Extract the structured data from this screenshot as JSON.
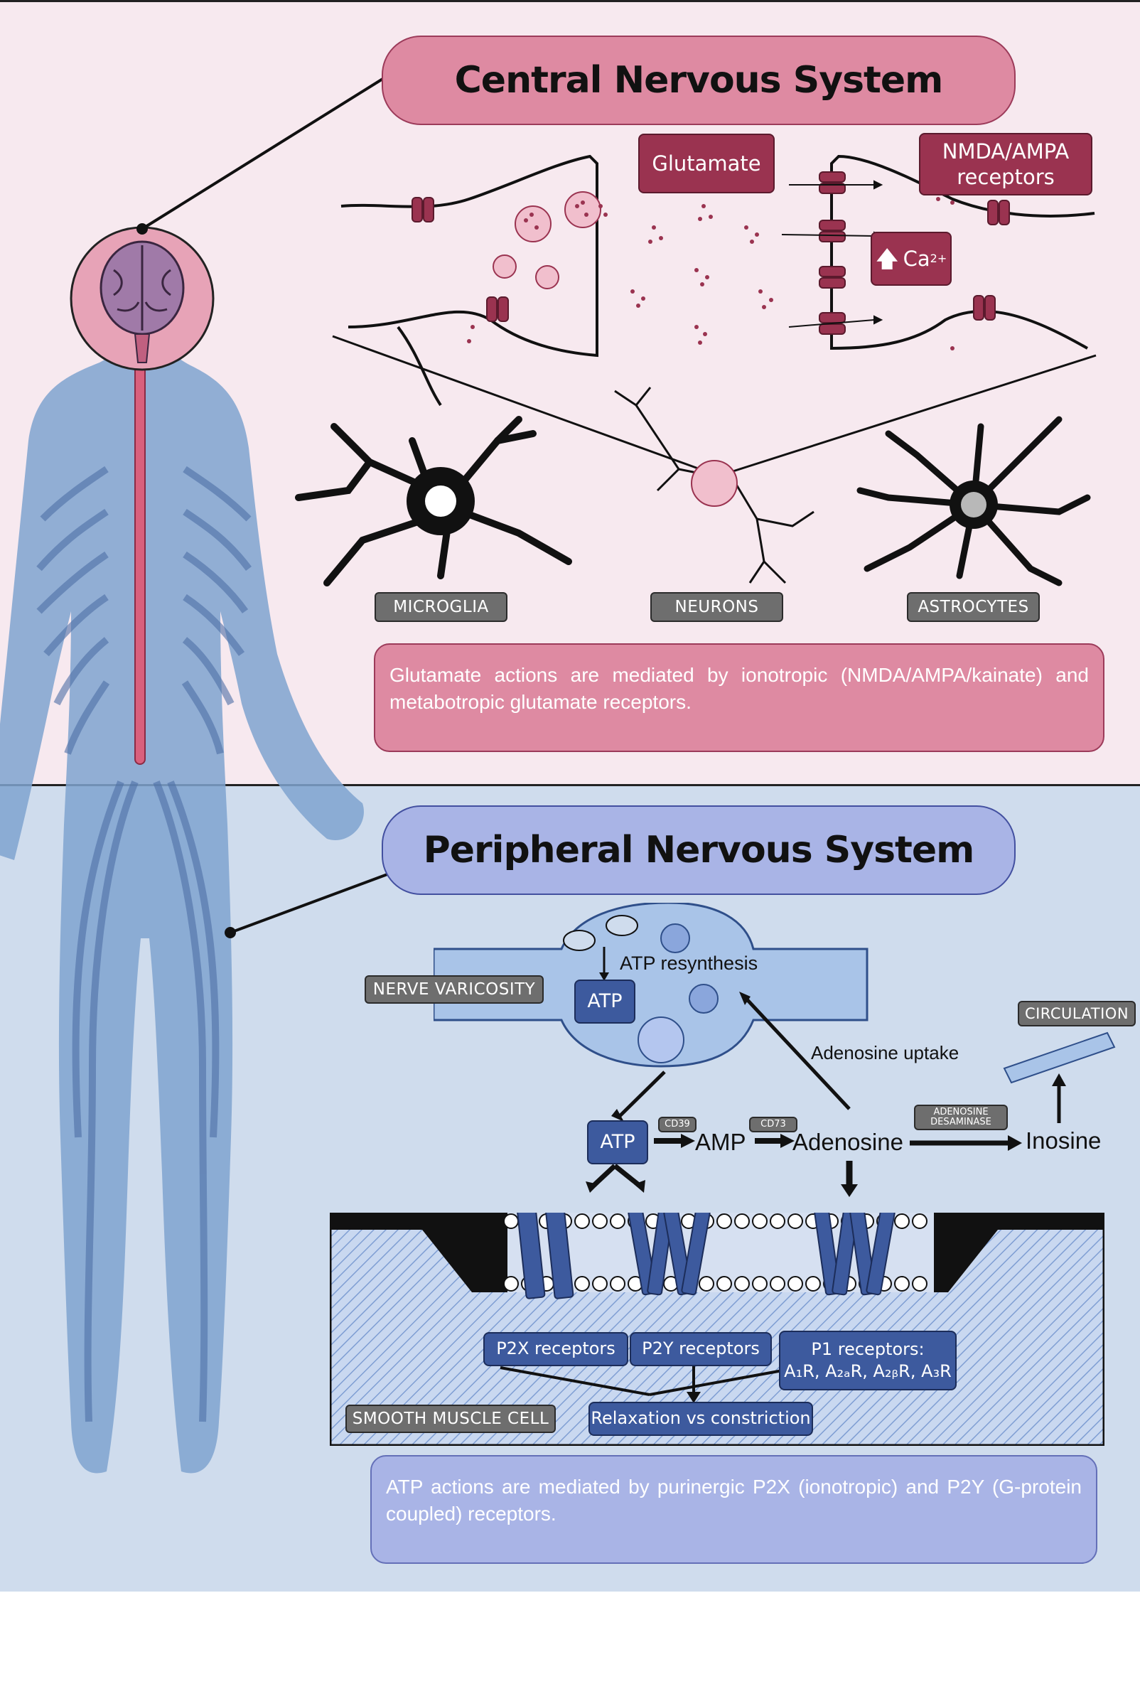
{
  "cns": {
    "title": "Central Nervous System",
    "labels": {
      "glutamate": "Glutamate",
      "receptors": "NMDA/AMPA receptors",
      "calcium": "Ca",
      "calcium_sup": "2+"
    },
    "cells": [
      "MICROGLIA",
      "NEURONS",
      "ASTROCYTES"
    ],
    "caption": "Glutamate actions are mediated by ionotropic (NMDA/AMPA/kainate) and metabotropic glutamate receptors."
  },
  "pns": {
    "title": "Peripheral Nervous System",
    "nerve_varicosity": "NERVE VARICOSITY",
    "atp_resynthesis": "ATP resynthesis",
    "atp_inside": "ATP",
    "atp_released": "ATP",
    "adenosine_uptake": "Adenosine uptake",
    "circulation": "CIRCULATION",
    "enzymes": {
      "cd39": "CD39",
      "cd73": "CD73",
      "adenosine_deaminase": "ADENOSINE DESAMINASE"
    },
    "metabolites": {
      "amp": "AMP",
      "adenosine": "Adenosine",
      "inosine": "Inosine"
    },
    "receptors": {
      "p2x": "P2X receptors",
      "p2y": "P2Y receptors",
      "p1": "P1 receptors:",
      "p1_subtypes": "A₁R, A₂ₐR, A₂ᵦR, A₃R"
    },
    "outcome": "Relaxation vs constriction",
    "smooth_muscle": "SMOOTH MUSCLE CELL",
    "caption": "ATP actions are mediated by purinergic P2X (ionotropic) and P2Y (G-protein coupled) receptors."
  },
  "colors": {
    "cns_bg": "#f7e9ef",
    "pns_bg": "#cfdced",
    "cns_accent": "#de8aa2",
    "pns_accent": "#a9b4e6",
    "receptor_maroon": "#9a3350",
    "body_blue": "#7fa3cf",
    "spinal_cord": "#d9607d"
  }
}
